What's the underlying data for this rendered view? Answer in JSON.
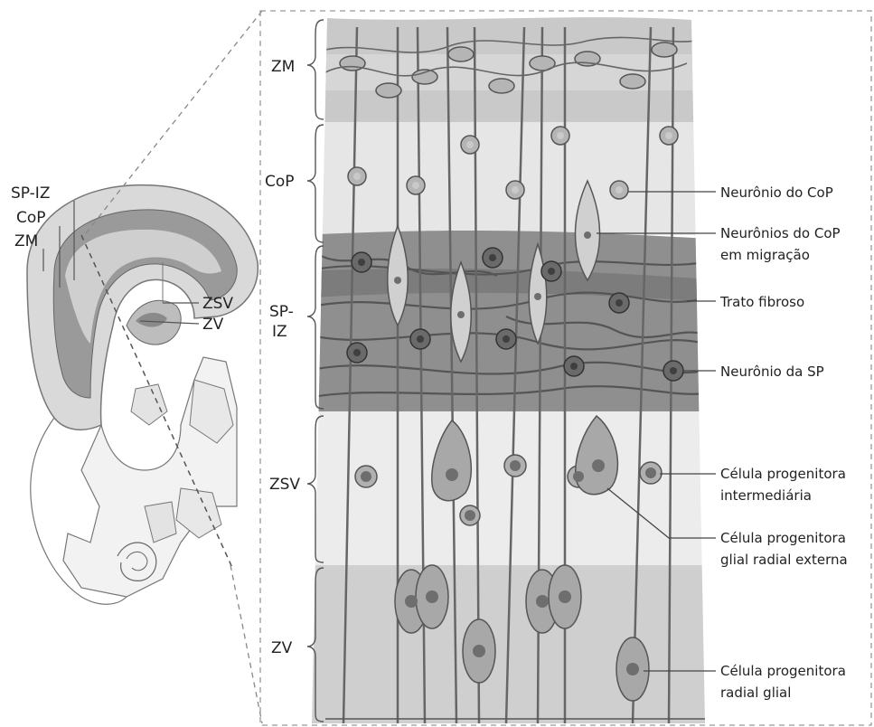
{
  "section_labels": {
    "sp_iz": "SP-IZ",
    "cop": "CoP",
    "zm": "ZM",
    "zsv": "ZSV",
    "zv": "ZV"
  },
  "zone_labels": {
    "zm": "ZM",
    "cop": "CoP",
    "sp_iz_line1": "SP-",
    "sp_iz_line2": "IZ",
    "zsv": "ZSV",
    "zv": "ZV"
  },
  "annotations": {
    "neuronio_cop": "Neurônio do CoP",
    "neuronios_migracao_l1": "Neurônios do CoP",
    "neuronios_migracao_l2": "em migração",
    "trato_fibroso": "Trato fibroso",
    "neuronio_sp": "Neurônio da SP",
    "progenitora_intermediaria_l1": "Célula progenitora",
    "progenitora_intermediaria_l2": "intermediária",
    "glial_radial_externa_l1": "Célula progenitora",
    "glial_radial_externa_l2": "glial radial externa",
    "radial_glial_l1": "Célula progenitora",
    "radial_glial_l2": "radial glial"
  },
  "colors": {
    "zm_band": "#c9c9c9",
    "cop_band": "#e6e6e6",
    "sp_iz_band": "#8f8f8f",
    "zsv_band": "#ececec",
    "zv_band": "#cfcfcf",
    "cell_fill": "#a8a8a8",
    "cell_stroke": "#555555",
    "nucleus": "#6e6e6e"
  }
}
